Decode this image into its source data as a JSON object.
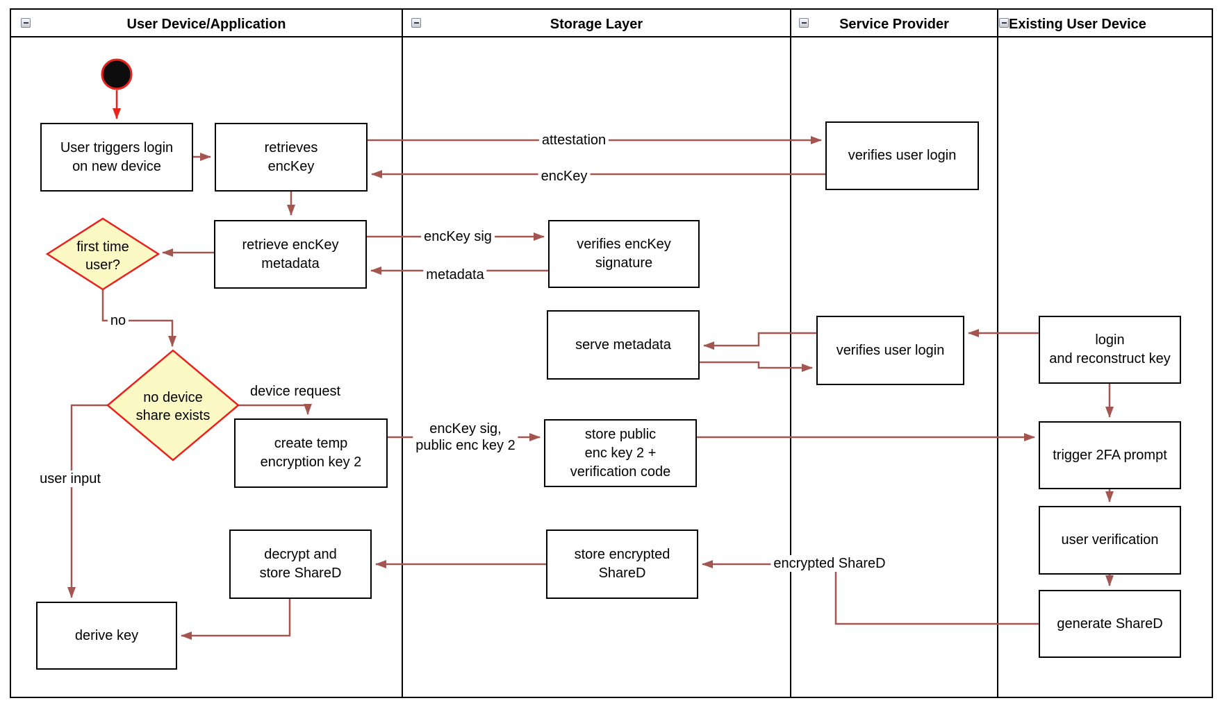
{
  "colors": {
    "flow_arrow": "#a35650",
    "bright_red": "#e8231d",
    "diamond_fill": "#fdf9c4",
    "box_border": "#000000"
  },
  "icons": {
    "collapse": "minus-in-square"
  },
  "lanes": [
    {
      "title": "User Device/Application"
    },
    {
      "title": "Storage Layer"
    },
    {
      "title": "Service Provider"
    },
    {
      "title": "Existing User Device"
    }
  ],
  "nodes": {
    "start": {
      "type": "initial-node"
    },
    "user_triggers_login": {
      "lines": [
        "User triggers login",
        "on new device"
      ]
    },
    "retrieves_enckey": {
      "lines": [
        "retrieves",
        "encKey"
      ]
    },
    "retrieve_enckey_metadata": {
      "lines": [
        "retrieve encKey",
        "metadata"
      ]
    },
    "first_time_user": {
      "lines": [
        "first time",
        "user?"
      ]
    },
    "no_device_share": {
      "lines": [
        "no device",
        "share exists"
      ]
    },
    "create_temp_key": {
      "lines": [
        "create temp",
        "encryption key 2"
      ]
    },
    "decrypt_store_shared": {
      "lines": [
        "decrypt and",
        "store ShareD"
      ]
    },
    "derive_key": {
      "lines": [
        "derive key"
      ]
    },
    "verifies_enckey_signature": {
      "lines": [
        "verifies encKey",
        "signature"
      ]
    },
    "serve_metadata": {
      "lines": [
        "serve metadata"
      ]
    },
    "store_public_key": {
      "lines": [
        "store public",
        "enc key 2 +",
        "verification code"
      ]
    },
    "store_encrypted_shared": {
      "lines": [
        "store encrypted",
        "ShareD"
      ]
    },
    "verifies_user_login_top": {
      "lines": [
        "verifies user login"
      ]
    },
    "verifies_user_login_mid": {
      "lines": [
        "verifies user login"
      ]
    },
    "login_reconstruct": {
      "lines": [
        "login",
        "and reconstruct key"
      ]
    },
    "trigger_2fa": {
      "lines": [
        "trigger 2FA prompt"
      ]
    },
    "user_verification": {
      "lines": [
        "user verification"
      ]
    },
    "generate_shared": {
      "lines": [
        "generate ShareD"
      ]
    }
  },
  "edge_labels": {
    "attestation": "attestation",
    "enckey": "encKey",
    "enckey_sig": "encKey sig",
    "metadata": "metadata",
    "no": "no",
    "device_request": "device request",
    "enckey_sig_public": {
      "lines": [
        "encKey sig,",
        "public enc key 2"
      ]
    },
    "user_input": "user input",
    "encrypted_shared": "encrypted ShareD"
  }
}
